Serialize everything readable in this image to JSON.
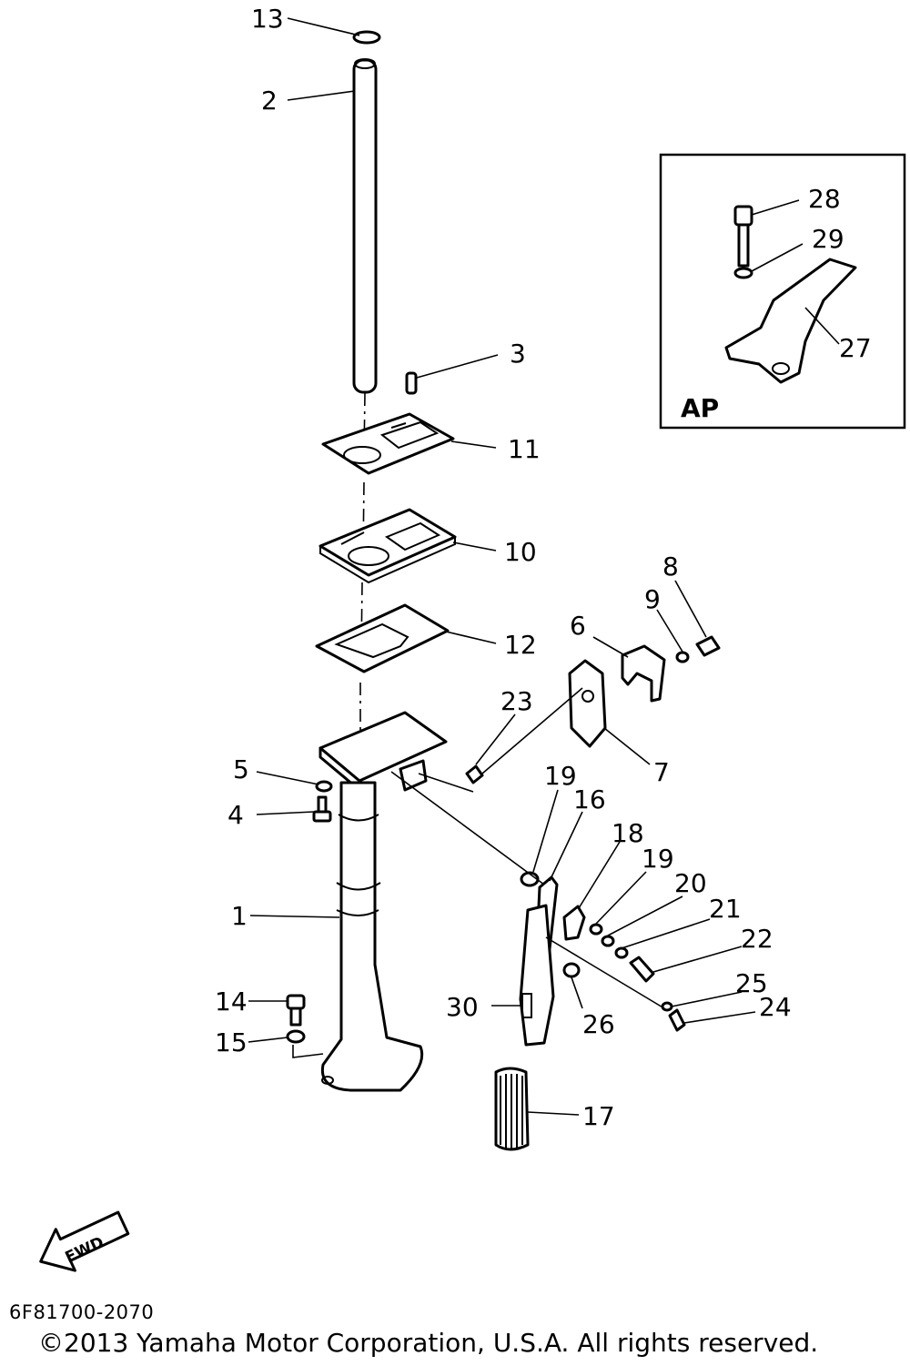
{
  "drawing_number": "6F81700-2070",
  "copyright": "©2013 Yamaha Motor Corporation, U.S.A. All rights reserved.",
  "fwd_label": "FWD",
  "inset_label": "AP",
  "callouts": {
    "c1": "1",
    "c2": "2",
    "c3": "3",
    "c4": "4",
    "c5": "5",
    "c6": "6",
    "c7": "7",
    "c8": "8",
    "c9": "9",
    "c10": "10",
    "c11": "11",
    "c12": "12",
    "c13": "13",
    "c14": "14",
    "c15": "15",
    "c16": "16",
    "c17": "17",
    "c18": "18",
    "c19a": "19",
    "c19b": "19",
    "c20": "20",
    "c21": "21",
    "c22": "22",
    "c23": "23",
    "c24": "24",
    "c25": "25",
    "c26": "26",
    "c27": "27",
    "c28": "28",
    "c29": "29",
    "c30": "30"
  }
}
